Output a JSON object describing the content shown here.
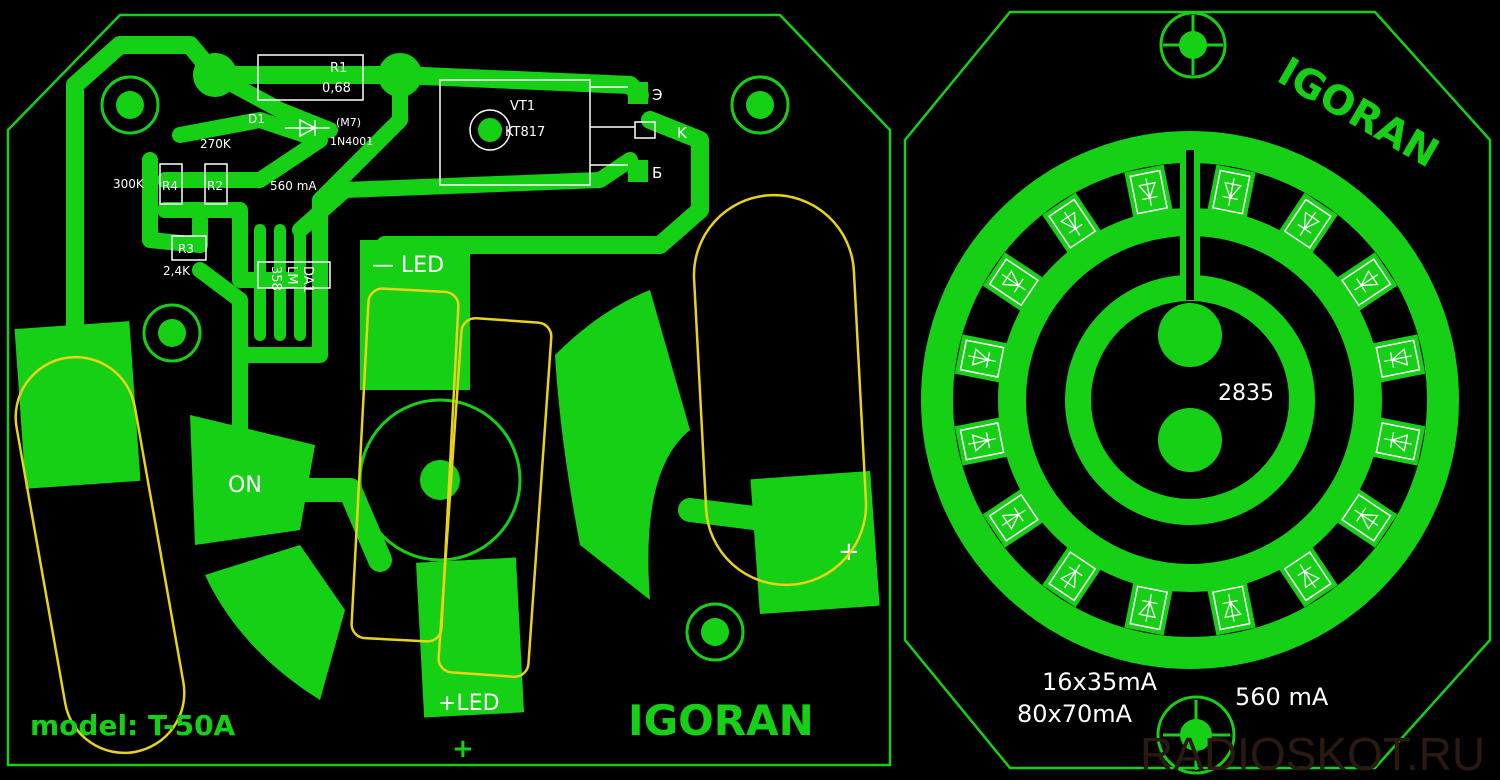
{
  "colors": {
    "copper": "#16d016",
    "silkscreen": "#ffffff",
    "outline": "#e8d21a",
    "background": "#000000"
  },
  "left_board": {
    "components": {
      "r1": {
        "ref": "R1",
        "value": "0,68"
      },
      "d1": {
        "ref": "D1",
        "marking": "(M7)",
        "value": "1N4001"
      },
      "r2": {
        "ref": "R2",
        "value": "270K"
      },
      "r4": {
        "ref": "R4",
        "value": "300K"
      },
      "r3": {
        "ref": "R3",
        "value": "2,4K"
      },
      "da1": {
        "ref": "DA1",
        "line1": "LM",
        "line2": "358"
      },
      "vt1": {
        "ref": "VT1",
        "value": "KT817",
        "pin_e": "Э",
        "pin_k": "K",
        "pin_b": "Б"
      }
    },
    "current_label": "560 mA",
    "led_minus": "— LED",
    "led_plus": "+LED",
    "on_label": "ON",
    "plus_sign": "+",
    "plus_sign_2": "+",
    "model": "model: T-50A",
    "brand": "IGORAN"
  },
  "right_board": {
    "brand": "IGORAN",
    "led_type": "2835",
    "spec_1": "16x35mA",
    "spec_2": "80x70mA",
    "current": "560 mA"
  },
  "watermark": "RADIOSKOT.RU"
}
